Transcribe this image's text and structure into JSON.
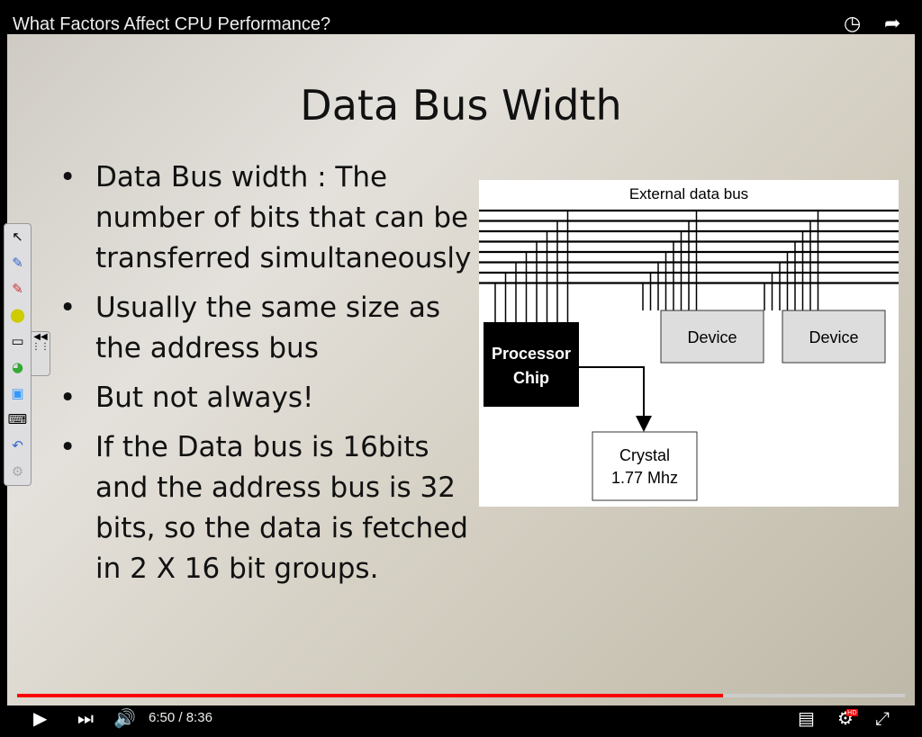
{
  "video": {
    "title": "What Factors Affect CPU Performance?",
    "current_time": "6:50",
    "separator": "/",
    "duration": "8:36",
    "progress_fraction": 0.795,
    "progress_color": "#ff0000",
    "hd_badge": "HD"
  },
  "slide": {
    "title": "Data Bus Width",
    "bullets": [
      "Data Bus width : The number of bits that can be transferred simultaneously",
      "Usually the same size as the address bus",
      "But not always!",
      "If the Data bus is 16bits and the address bus is 32 bits, so  the data is fetched in 2  X 16 bit groups."
    ],
    "diagram": {
      "bus_label": "External data bus",
      "processor_line1": "Processor",
      "processor_line2": "Chip",
      "device1": "Device",
      "device2": "Device",
      "crystal_line1": "Crystal",
      "crystal_line2": "1.77 Mhz"
    }
  },
  "toolbar_icons": [
    "pointer-icon",
    "pen-blue-icon",
    "pen-red-icon",
    "highlighter-icon",
    "eraser-icon",
    "fill-icon",
    "notes-icon",
    "keyboard-icon",
    "undo-icon",
    "settings-icon"
  ]
}
